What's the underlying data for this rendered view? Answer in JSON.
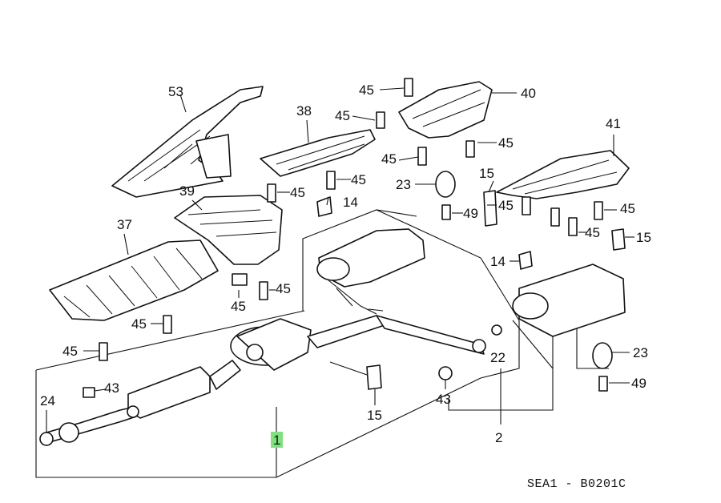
{
  "diagram": {
    "code": "SEA1 - B0201C",
    "highlighted_callout": "1",
    "highlight_color": "#7fe07f",
    "line_color": "#111111",
    "callouts": [
      "53",
      "38",
      "45",
      "40",
      "45",
      "45",
      "45",
      "39",
      "14",
      "23",
      "15",
      "41",
      "37",
      "49",
      "45",
      "45",
      "45",
      "15",
      "45",
      "45",
      "14",
      "45",
      "45",
      "45",
      "22",
      "23",
      "43",
      "24",
      "15",
      "43",
      "49",
      "1",
      "2",
      "45"
    ]
  }
}
